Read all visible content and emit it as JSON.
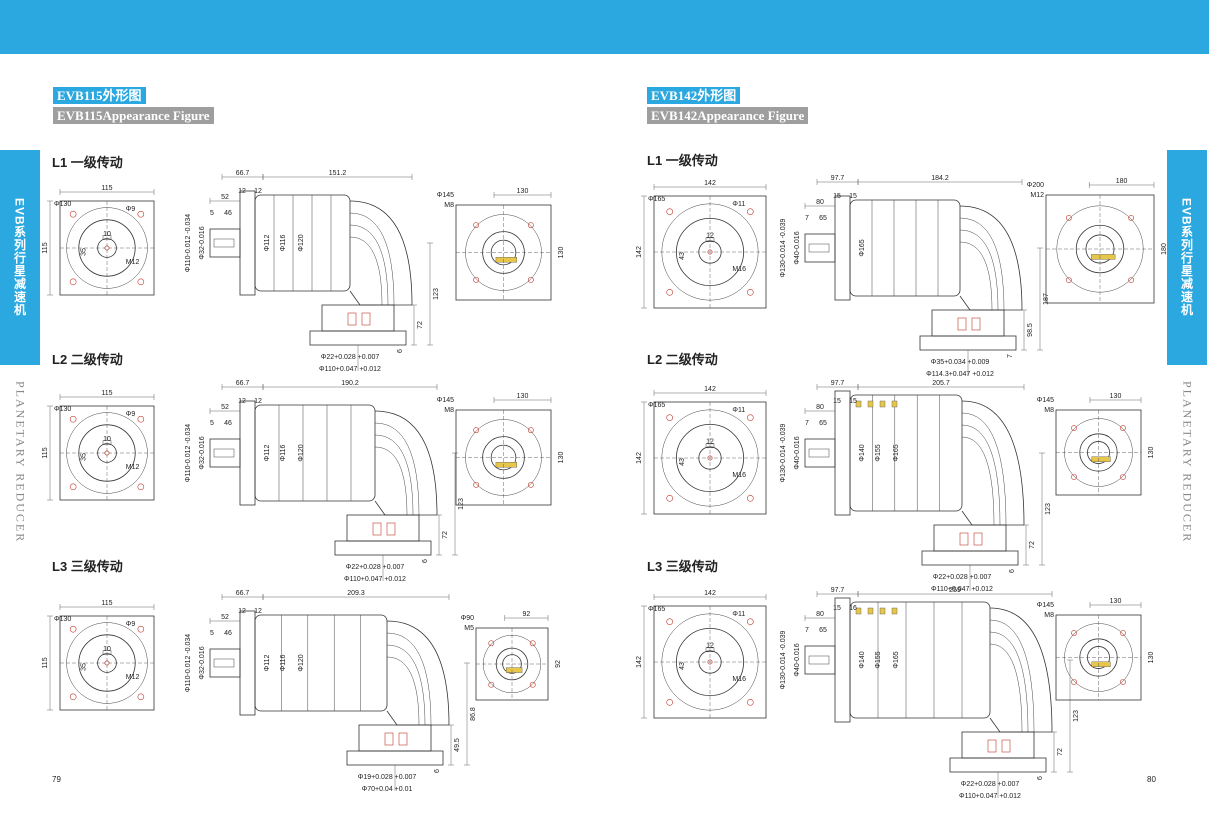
{
  "pages": {
    "left": "79",
    "right": "80"
  },
  "side": {
    "cn": "EVB系列行星减速机",
    "en": "PLANETARY REDUCER"
  },
  "left": {
    "title_cn": "EVB115外形图",
    "title_en": "EVB115Appearance Figure",
    "sections": [
      {
        "label": "L1 一级传动",
        "flange": {
          "w": "115",
          "h": "115",
          "bolt": "Φ130",
          "hole": "Φ9",
          "key": "10",
          "d": "35",
          "thread": "M12"
        },
        "side": {
          "l1": "66.7",
          "l2": "151.2",
          "a": "12",
          "b": "12",
          "c": "52",
          "d": "5",
          "e": "46",
          "s1": "Φ110-0.012 -0.034",
          "s2": "Φ32-0.016",
          "s3": "Φ112",
          "s4": "Φ116",
          "s5": "Φ120",
          "h1": "123",
          "h2": "72",
          "h3": "6",
          "b1": "Φ22+0.028 +0.007",
          "b2": "Φ110+0.047 +0.012"
        },
        "end": {
          "dia": "Φ145",
          "thread": "M8",
          "w": "130",
          "h": "130"
        }
      },
      {
        "label": "L2 二级传动",
        "flange": {
          "w": "115",
          "h": "115",
          "bolt": "Φ130",
          "hole": "Φ9",
          "key": "10",
          "d": "35",
          "thread": "M12"
        },
        "side": {
          "l1": "66.7",
          "l2": "190.2",
          "a": "12",
          "b": "12",
          "c": "52",
          "d": "5",
          "e": "46",
          "s1": "Φ110-0.012 -0.034",
          "s2": "Φ32-0.016",
          "s3": "Φ112",
          "s4": "Φ116",
          "s5": "Φ120",
          "h1": "123",
          "h2": "72",
          "h3": "6",
          "b1": "Φ22+0.028 +0.007",
          "b2": "Φ110+0.047 +0.012"
        },
        "end": {
          "dia": "Φ145",
          "thread": "M8",
          "w": "130",
          "h": "130"
        }
      },
      {
        "label": "L3 三级传动",
        "flange": {
          "w": "115",
          "h": "115",
          "bolt": "Φ130",
          "hole": "Φ9",
          "key": "10",
          "d": "35",
          "thread": "M12"
        },
        "side": {
          "l1": "66.7",
          "l2": "209.3",
          "a": "12",
          "b": "12",
          "c": "52",
          "d": "5",
          "e": "46",
          "s1": "Φ110-0.012 -0.034",
          "s2": "Φ32-0.016",
          "s3": "Φ112",
          "s4": "Φ116",
          "s5": "Φ120",
          "h1": "86.8",
          "h2": "49.5",
          "h3": "6",
          "b1": "Φ19+0.028 +0.007",
          "b2": "Φ70+0.04 +0.01"
        },
        "end": {
          "dia": "Φ90",
          "thread": "M5",
          "w": "92",
          "h": "92"
        }
      }
    ]
  },
  "right": {
    "title_cn": "EVB142外形图",
    "title_en": "EVB142Appearance Figure",
    "sections": [
      {
        "label": "L1 一级传动",
        "flange": {
          "w": "142",
          "h": "142",
          "bolt": "Φ165",
          "hole": "Φ11",
          "key": "12",
          "d": "43",
          "thread": "M16"
        },
        "side": {
          "l1": "97.7",
          "l2": "184.2",
          "a": "15",
          "b": "15",
          "c": "80",
          "d": "7",
          "e": "65",
          "s1": "Φ130-0.014 -0.039",
          "s2": "Φ40-0.016",
          "s3": "Φ165",
          "s4": "",
          "s5": "",
          "h1": "187",
          "h2": "98.5",
          "h3": "7",
          "b1": "Φ35+0.034 +0.009",
          "b2": "Φ114.3+0.047 +0.012"
        },
        "end": {
          "dia": "Φ200",
          "thread": "M12",
          "w": "180",
          "h": "180"
        }
      },
      {
        "label": "L2 二级传动",
        "flange": {
          "w": "142",
          "h": "142",
          "bolt": "Φ165",
          "hole": "Φ11",
          "key": "12",
          "d": "43",
          "thread": "M16"
        },
        "side": {
          "l1": "97.7",
          "l2": "205.7",
          "a": "15",
          "b": "15",
          "c": "80",
          "d": "7",
          "e": "65",
          "s1": "Φ130-0.014 -0.039",
          "s2": "Φ40-0.016",
          "s3": "Φ140",
          "s4": "Φ155",
          "s5": "Φ165",
          "h1": "123",
          "h2": "72",
          "h3": "6",
          "b1": "Φ22+0.028 +0.007",
          "b2": "Φ110+0.047 +0.012"
        },
        "end": {
          "dia": "Φ145",
          "thread": "M8",
          "w": "130",
          "h": "130"
        }
      },
      {
        "label": "L3 三级传动",
        "flange": {
          "w": "142",
          "h": "142",
          "bolt": "Φ165",
          "hole": "Φ11",
          "key": "12",
          "d": "43",
          "thread": "M16"
        },
        "side": {
          "l1": "97.7",
          "l2": "259",
          "a": "15",
          "b": "16",
          "c": "80",
          "d": "7",
          "e": "65",
          "s1": "Φ130-0.014 -0.039",
          "s2": "Φ40-0.016",
          "s3": "Φ140",
          "s4": "Φ155",
          "s5": "Φ165",
          "h1": "123",
          "h2": "72",
          "h3": "6",
          "b1": "Φ22+0.028 +0.007",
          "b2": "Φ110+0.047 +0.012"
        },
        "end": {
          "dia": "Φ145",
          "thread": "M8",
          "w": "130",
          "h": "130"
        }
      }
    ]
  }
}
